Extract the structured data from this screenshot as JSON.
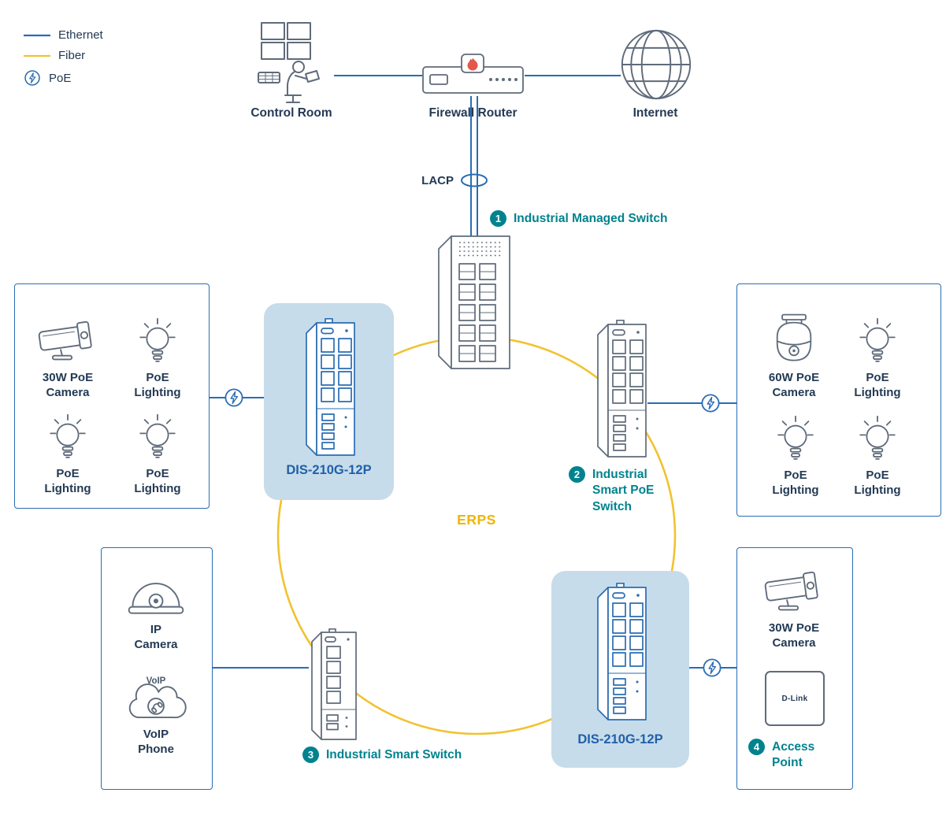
{
  "legend": {
    "ethernet": "Ethernet",
    "fiber": "Fiber",
    "poe": "PoE"
  },
  "top_nodes": {
    "control_room": "Control Room",
    "firewall": "Firewall Router",
    "internet": "Internet"
  },
  "lacp_label": "LACP",
  "erps_label": "ERPS",
  "switches": {
    "managed": {
      "badge": "1",
      "label": "Industrial Managed Switch"
    },
    "smart_poe": {
      "badge": "2",
      "label": "Industrial\nSmart PoE\nSwitch"
    },
    "smart": {
      "badge": "3",
      "label": "Industrial Smart Switch"
    },
    "dis_left": {
      "model": "DIS-210G-12P"
    },
    "dis_bottom": {
      "model": "DIS-210G-12P"
    }
  },
  "groups": {
    "left": {
      "items": [
        {
          "icon": "bullet-camera",
          "label": "30W PoE\nCamera"
        },
        {
          "icon": "light-bulb",
          "label": "PoE\nLighting"
        },
        {
          "icon": "light-bulb",
          "label": "PoE\nLighting"
        },
        {
          "icon": "light-bulb",
          "label": "PoE\nLighting"
        }
      ]
    },
    "right": {
      "items": [
        {
          "icon": "ptz-camera",
          "label": "60W PoE\nCamera"
        },
        {
          "icon": "light-bulb",
          "label": "PoE\nLighting"
        },
        {
          "icon": "light-bulb",
          "label": "PoE\nLighting"
        },
        {
          "icon": "light-bulb",
          "label": "PoE\nLighting"
        }
      ]
    },
    "bottom_left": {
      "items": [
        {
          "icon": "dome-camera",
          "label": "IP\nCamera"
        },
        {
          "icon": "voip-cloud",
          "label": "VoIP\nPhone"
        }
      ]
    },
    "bottom_right": {
      "camera_label": "30W PoE\nCamera",
      "ap_badge": "4",
      "ap_label": "Access\nPoint",
      "ap_brand": "D-Link"
    }
  },
  "voip_cloud_text": "VoIP",
  "colors": {
    "ethernet_blue": "#2a6cb3",
    "fiber_yellow": "#f2c230",
    "teal": "#00838f",
    "navy": "#233a54",
    "device_gray": "#5f6b7a",
    "highlight_blue": "#c7dcea",
    "model_blue": "#2060ab",
    "erps_gold": "#f0b400",
    "flame_orange": "#e4584b"
  }
}
